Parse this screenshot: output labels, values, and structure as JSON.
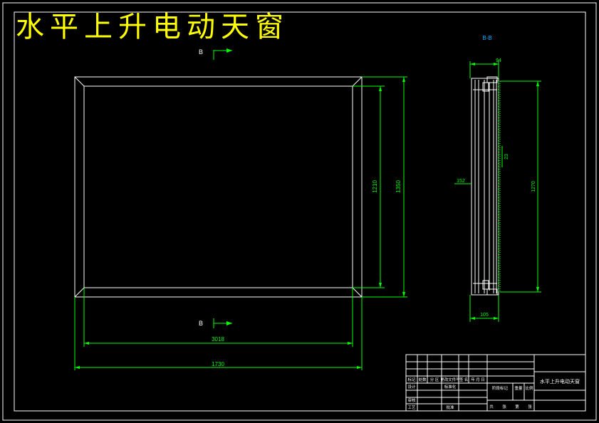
{
  "drawing": {
    "title": "水平上升电动天窗",
    "front_view": {
      "section_marker": "B",
      "dims": {
        "inner_height": "1210",
        "outer_height": "1350",
        "inner_width": "3018",
        "outer_width": "1730"
      }
    },
    "side_view": {
      "section_label": "B-B",
      "dims": {
        "top_width": "94",
        "mid_detail": "23",
        "left_offset": "152",
        "height": "1270",
        "bottom_width": "105"
      }
    },
    "title_block": {
      "drawing_name": "水平上升电动天窗",
      "row_labels": [
        "标记",
        "处数",
        "分 区",
        "更改文件号",
        "签 名",
        "年 月 日"
      ],
      "role_labels": [
        "设计",
        "审核",
        "工艺"
      ],
      "role_sub_labels": [
        "标准化",
        "批准"
      ],
      "stage_labels": [
        "阶段标记",
        "重量",
        "比例"
      ],
      "sheet_labels": [
        "共",
        "张",
        "第",
        "张"
      ]
    },
    "colors": {
      "background": "#000000",
      "outline": "#ffffff",
      "dimension": "#00ff00",
      "title": "#ffff00",
      "label": "#00aaff"
    }
  }
}
